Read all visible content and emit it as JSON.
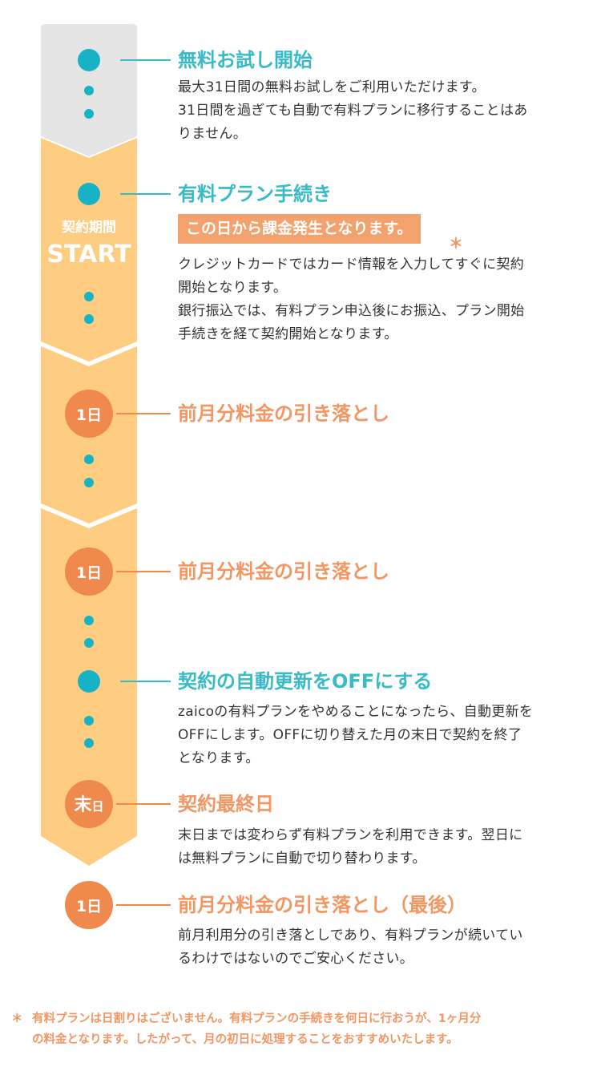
{
  "colors": {
    "gray_band": "#e5e5e5",
    "band": "#ffcd82",
    "teal": "#18b2c5",
    "teal_text": "#38bac7",
    "orange": "#ef8a4c",
    "orange_text": "#f29663",
    "badge": "#f3a16d"
  },
  "period": {
    "line1": "契約期間",
    "line2": "START"
  },
  "markers": {
    "day1": "1日",
    "end_main": "末",
    "end_sub": "日"
  },
  "steps": [
    {
      "title": "無料お試し開始",
      "lines": [
        "最大31日間の無料お試しをご利用いただけます。",
        "31日間を過ぎても自動で有料プランに移行することはあ",
        "りません。"
      ]
    },
    {
      "title": "有料プラン手続き",
      "badge": "この日から課金発生となります。",
      "asterisk": "＊",
      "lines": [
        "クレジットカードではカード情報を入力してすぐに契約",
        "開始となります。",
        "銀行振込では、有料プラン申込後にお振込、プラン開始",
        "手続きを経て契約開始となります。"
      ]
    },
    {
      "title": "前月分料金の引き落とし"
    },
    {
      "title": "前月分料金の引き落とし"
    },
    {
      "title": "契約の自動更新をOFFにする",
      "lines": [
        "zaicoの有料プランをやめることになったら、自動更新を",
        "OFFにします。OFFに切り替えた月の末日で契約を終了",
        "となります。"
      ]
    },
    {
      "title": "契約最終日",
      "lines": [
        "末日までは変わらず有料プランを利用できます。翌日に",
        "は無料プランに自動で切り替わります。"
      ]
    },
    {
      "title": "前月分料金の引き落とし（最後）",
      "lines": [
        "前月利用分の引き落としであり、有料プランが続いてい",
        "るわけではないのでご安心ください。"
      ]
    }
  ],
  "footnote": {
    "mark": "＊",
    "lines": [
      "有料プランは日割りはございません。有料プランの手続きを何日に行おうが、1ヶ月分",
      "の料金となります。したがって、月の初日に処理することをおすすめいたします。"
    ]
  }
}
